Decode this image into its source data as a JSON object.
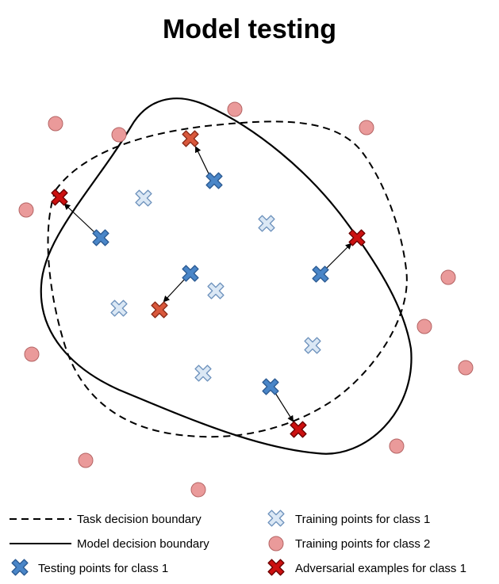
{
  "title": "Model testing",
  "legend": {
    "task_boundary": "Task decision boundary",
    "model_boundary": "Model decision boundary",
    "testing_class1": "Testing points for class 1",
    "training_class1": "Training points for class 1",
    "training_class2": "Training points for class 2",
    "adversarial_class1": "Adversarial examples for class 1"
  },
  "colors": {
    "testing_class1": "#4a86c8",
    "training_class1": "#dbe8f5",
    "training_class2": "#ea9a9a",
    "adversarial_light": "#d9583c",
    "adversarial_dark": "#cc1010",
    "boundary": "#000000"
  }
}
